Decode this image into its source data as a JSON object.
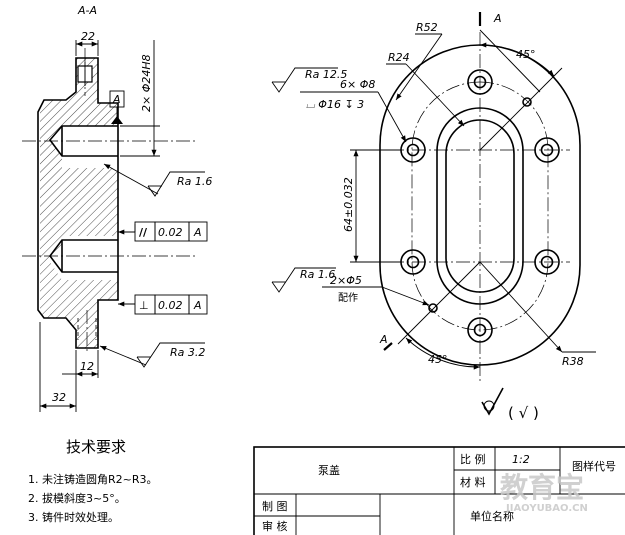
{
  "section_view": {
    "title": "A-A",
    "dim_top_width": "22",
    "dim_hole_dia": "2× Φ24H8",
    "datum_label": "A",
    "roughness_top": "Ra 1.6",
    "parallelism_symbol": "//",
    "parallelism_value": "0.02",
    "parallelism_datum": "A",
    "perpendicularity_symbol": "⊥",
    "perpendicularity_value": "0.02",
    "perpendicularity_datum": "A",
    "roughness_bottom": "Ra 3.2",
    "dim_bottom_boss": "12",
    "dim_bottom_width": "32"
  },
  "plan_view": {
    "section_marker_top": "A",
    "section_marker_bottom": "A",
    "dim_outer_radius": "R52",
    "dim_inner_radius": "R24",
    "angle_top": "45°",
    "angle_bottom": "45°",
    "roughness_top": "Ra 12.5",
    "bolt_holes": "6× Φ8",
    "counterbore": "⌴ Φ16 ↧ 3",
    "dim_center_distance": "64±0.032",
    "roughness_pin": "Ra 1.6",
    "pin_holes": "2×Φ5",
    "pin_note": "配作",
    "dim_radius_r38": "R38"
  },
  "surface_finish_note": "( √ )",
  "tech_requirements": {
    "title": "技术要求",
    "items": [
      "1. 未注铸造圆角R2~R3。",
      "2. 拔模斜度3~5°。",
      "3. 铸件时效处理。"
    ]
  },
  "title_block": {
    "part_name": "泵盖",
    "scale_label": "比 例",
    "scale_value": "1:2",
    "drawing_no_label": "图样代号",
    "material_label": "材 料",
    "drawn_label": "制 图",
    "checked_label": "审 核",
    "company_label": "单位名称"
  },
  "watermark": {
    "main": "教育宝",
    "url": "JIAOYUBAO.CN"
  }
}
